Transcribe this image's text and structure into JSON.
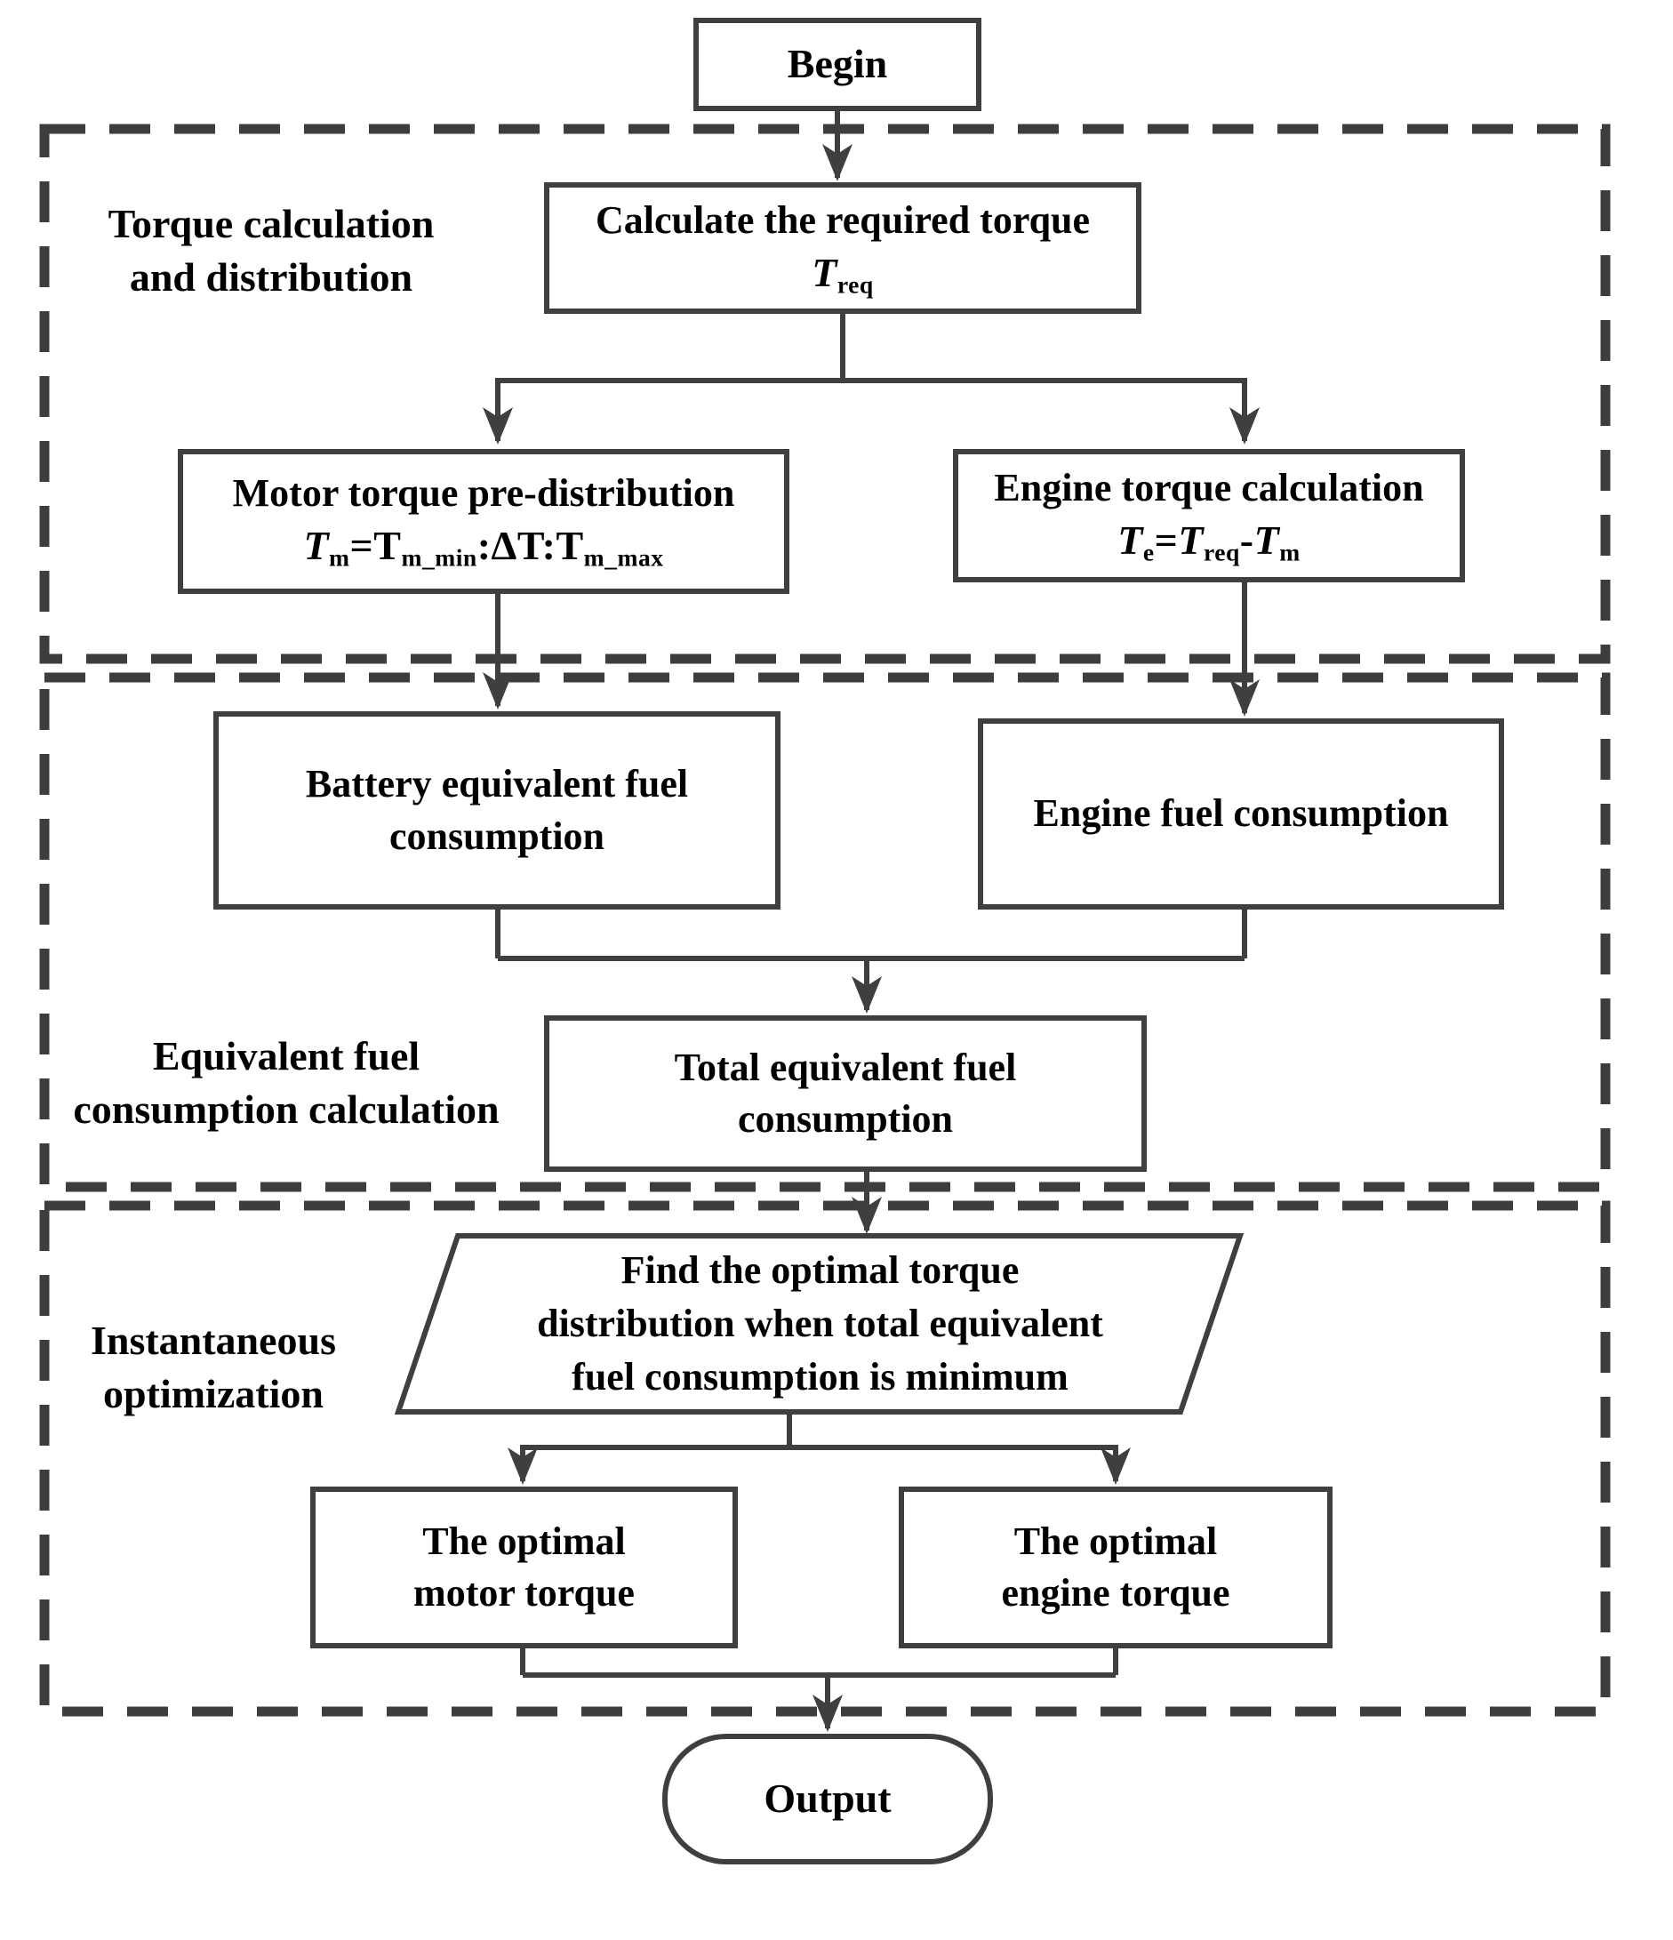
{
  "colors": {
    "line": "#3f3f3f",
    "dash_border": "#3d3d3d",
    "text": "#000000",
    "background": "#ffffff"
  },
  "sections": [
    {
      "label_lines": [
        "Torque calculation",
        "and distribution"
      ]
    },
    {
      "label_lines": [
        "Equivalent fuel",
        "consumption calculation"
      ]
    },
    {
      "label_lines": [
        "Instantaneous",
        "optimization"
      ]
    }
  ],
  "nodes": {
    "begin": {
      "label": "Begin"
    },
    "calc_required_torque": {
      "title": "Calculate the required torque",
      "formula": [
        {
          "t": "T",
          "s": "it"
        },
        {
          "t": "req",
          "s": "sub"
        }
      ]
    },
    "motor_pre_distribution": {
      "title": "Motor torque pre-distribution",
      "formula": [
        {
          "t": "T",
          "s": "it"
        },
        {
          "t": "m",
          "s": "sub"
        },
        {
          "t": "=T",
          "s": "n"
        },
        {
          "t": "m_min",
          "s": "sub"
        },
        {
          "t": ":ΔT:",
          "s": "n"
        },
        {
          "t": "T",
          "s": "n"
        },
        {
          "t": "m_max",
          "s": "sub"
        }
      ]
    },
    "engine_torque_calculation": {
      "title": "Engine torque calculation",
      "formula": [
        {
          "t": "T",
          "s": "it"
        },
        {
          "t": "e",
          "s": "sub"
        },
        {
          "t": "=",
          "s": "n"
        },
        {
          "t": "T",
          "s": "it"
        },
        {
          "t": "req",
          "s": "sub"
        },
        {
          "t": "-",
          "s": "n"
        },
        {
          "t": "T",
          "s": "it"
        },
        {
          "t": "m",
          "s": "sub"
        }
      ]
    },
    "battery_fuel": {
      "lines": [
        "Battery equivalent fuel",
        "consumption"
      ]
    },
    "engine_fuel": {
      "lines": [
        "Engine fuel consumption"
      ]
    },
    "total_fuel": {
      "lines": [
        "Total equivalent fuel",
        "consumption"
      ]
    },
    "find_optimal": {
      "lines": [
        "Find the optimal torque",
        "distribution when total equivalent",
        "fuel consumption is minimum"
      ]
    },
    "optimal_motor": {
      "lines": [
        "The optimal",
        "motor torque"
      ]
    },
    "optimal_engine": {
      "lines": [
        "The optimal",
        "engine torque"
      ]
    },
    "output": {
      "label": "Output"
    }
  }
}
